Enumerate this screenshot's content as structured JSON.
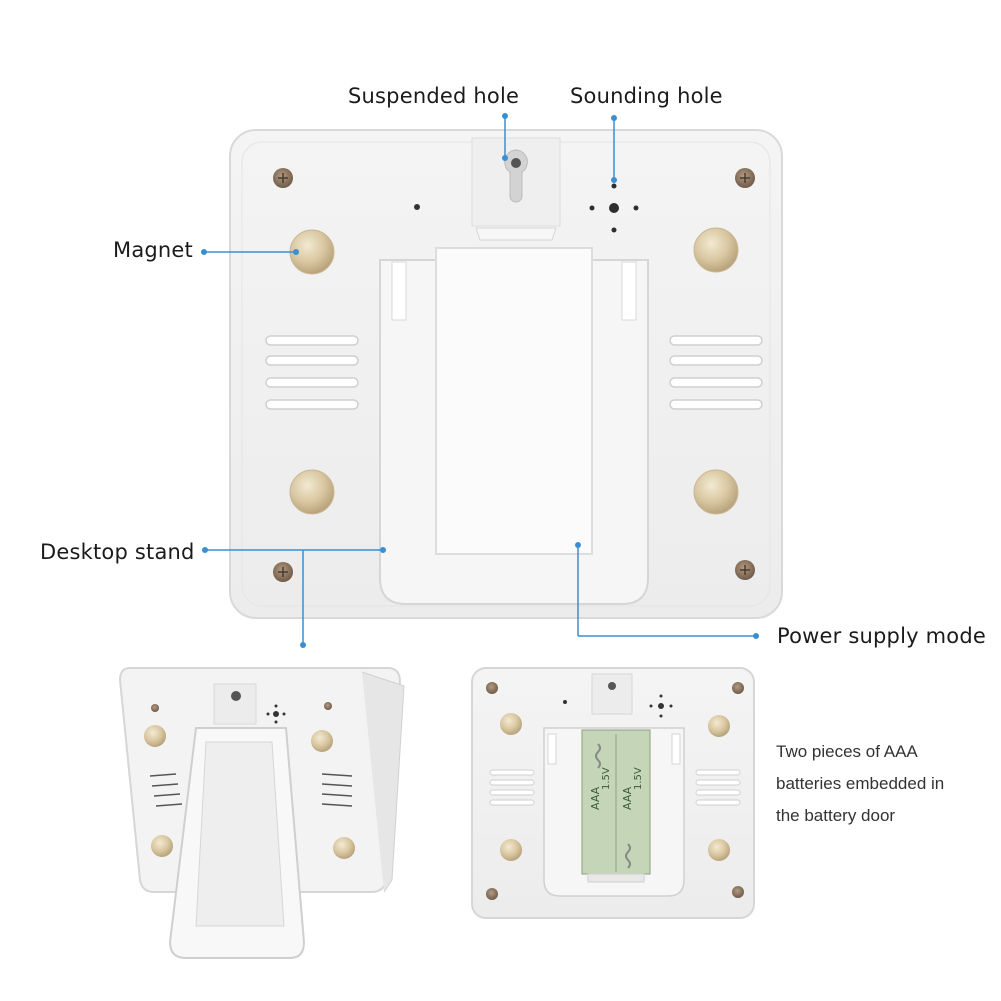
{
  "callouts": {
    "suspended_hole": "Suspended hole",
    "sounding_hole": "Sounding hole",
    "magnet": "Magnet",
    "desktop_stand": "Desktop stand",
    "power_supply_mode": "Power supply mode"
  },
  "note": {
    "line1": "Two pieces of AAA",
    "line2": "batteries embedded in",
    "line3": "the battery door"
  },
  "battery_marks": {
    "type": "AAA",
    "voltage": "1.5V"
  },
  "colors": {
    "callout_line": "#3b8fd0",
    "device_body": "#f3f3f3",
    "magnet": "#d9c9a6",
    "battery_board": "#c5d6b8"
  }
}
